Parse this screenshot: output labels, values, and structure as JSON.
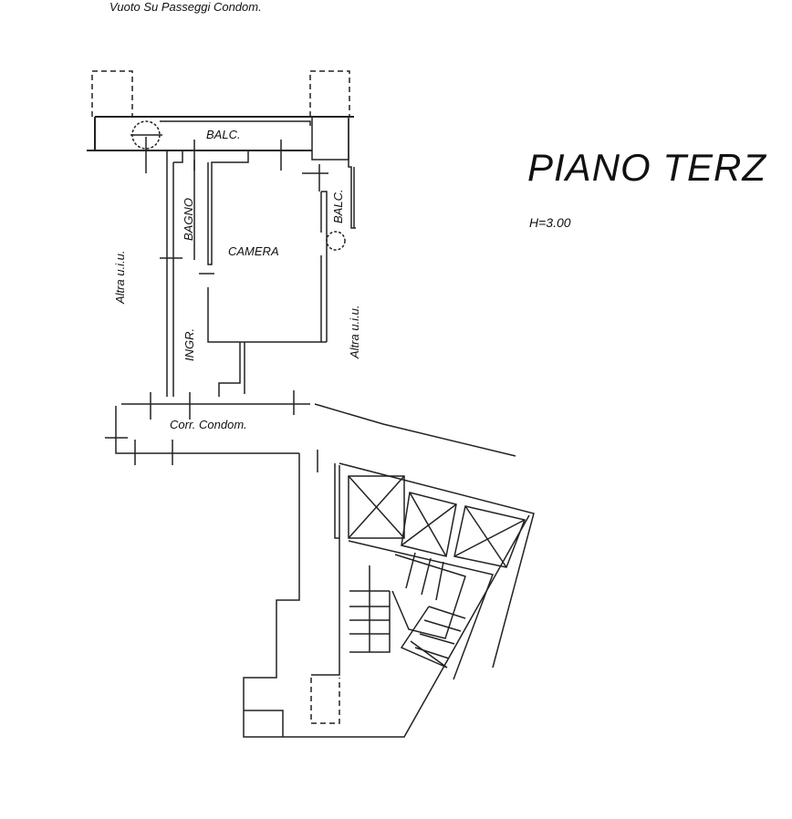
{
  "header_note": "Vuoto Su Passeggi Condom.",
  "floor": {
    "title": "PIANO TERZ",
    "height": "H=3.00"
  },
  "rooms": {
    "balcony_top": "BALC.",
    "balcony_right": "BALC.",
    "bathroom": "BAGNO",
    "bedroom": "CAMERA",
    "entrance": "INGR.",
    "other_unit_left": "Altra u.i.u.",
    "other_unit_right": "Altra u.i.u.",
    "corridor": "Corr. Condom."
  }
}
